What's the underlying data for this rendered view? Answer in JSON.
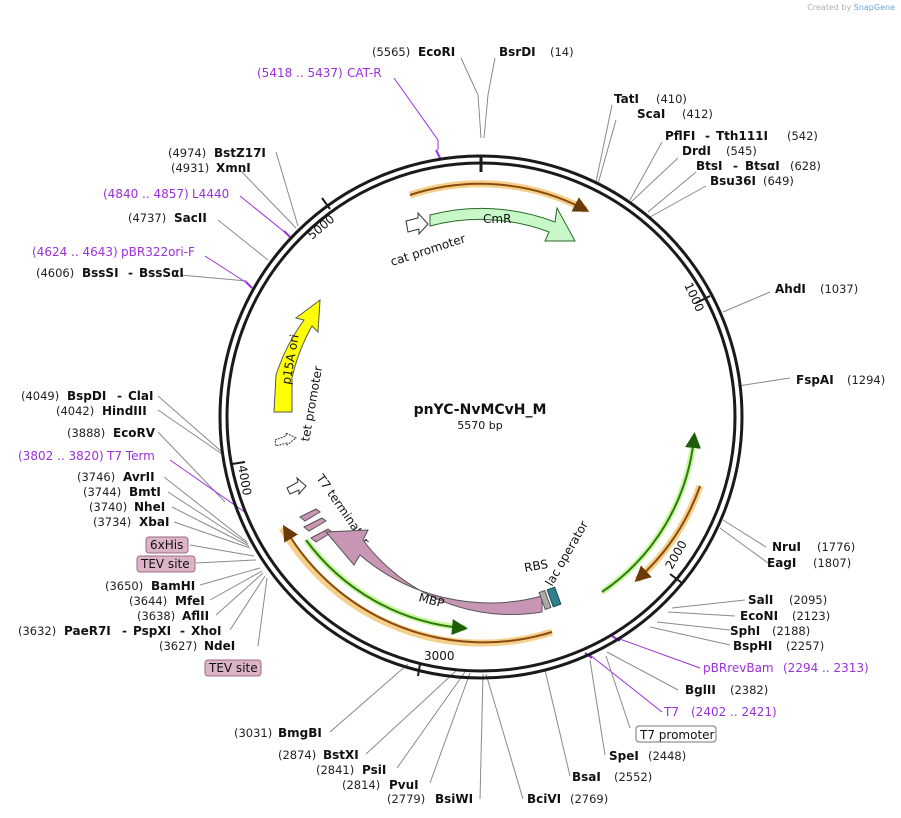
{
  "credit": {
    "prefix": "Created by",
    "brand": "SnapGene"
  },
  "plasmid": {
    "name": "pnYC-NvMCvH_M",
    "size": "5570 bp"
  },
  "ticks": [
    "1000",
    "2000",
    "3000",
    "4000",
    "5000"
  ],
  "features": {
    "cmr": "CmR",
    "cat_promoter": "cat promoter",
    "p15a_ori": "p15A ori",
    "tet_promoter": "tet promoter",
    "t7_terminator": "T7 terminator",
    "mbp": "MBP",
    "rbs": "RBS",
    "lac_operator": "lac operator"
  },
  "sites": [
    {
      "id": "ecori",
      "enz": "EcoRI",
      "pos": "(5565)"
    },
    {
      "id": "bsrdi",
      "enz": "BsrDI",
      "pos": "(14)"
    },
    {
      "id": "tati",
      "enz": "TatI",
      "pos": "(410)"
    },
    {
      "id": "scai",
      "enz": "ScaI",
      "pos": "(412)"
    },
    {
      "id": "pflfi",
      "enz": "PflFI",
      "sep": "-",
      "enz2": "Tth111I",
      "pos": "(542)"
    },
    {
      "id": "drdi",
      "enz": "DrdI",
      "pos": "(545)"
    },
    {
      "id": "btsi",
      "enz": "BtsI",
      "sep": "-",
      "enz2": "BtsαI",
      "pos": "(628)"
    },
    {
      "id": "bsu36i",
      "enz": "Bsu36I",
      "pos": "(649)"
    },
    {
      "id": "ahdi",
      "enz": "AhdI",
      "pos": "(1037)"
    },
    {
      "id": "fspai",
      "enz": "FspAI",
      "pos": "(1294)"
    },
    {
      "id": "nrui",
      "enz": "NruI",
      "pos": "(1776)"
    },
    {
      "id": "eagi",
      "enz": "EagI",
      "pos": "(1807)"
    },
    {
      "id": "sali",
      "enz": "SalI",
      "pos": "(2095)"
    },
    {
      "id": "econi",
      "enz": "EcoNI",
      "pos": "(2123)"
    },
    {
      "id": "sphi",
      "enz": "SphI",
      "pos": "(2188)"
    },
    {
      "id": "bsphi",
      "enz": "BspHI",
      "pos": "(2257)"
    },
    {
      "id": "bglii",
      "enz": "BglII",
      "pos": "(2382)"
    },
    {
      "id": "spei",
      "enz": "SpeI",
      "pos": "(2448)"
    },
    {
      "id": "bsai",
      "enz": "BsaI",
      "pos": "(2552)"
    },
    {
      "id": "bclvi",
      "enz": "BciVI",
      "pos": "(2769)"
    },
    {
      "id": "bsiwi",
      "enz": "BsiWI",
      "pos": "(2779)"
    },
    {
      "id": "pvui",
      "enz": "PvuI",
      "pos": "(2814)"
    },
    {
      "id": "psii",
      "enz": "PsiI",
      "pos": "(2841)"
    },
    {
      "id": "bstxi",
      "enz": "BstXI",
      "pos": "(2874)"
    },
    {
      "id": "bmgbi",
      "enz": "BmgBI",
      "pos": "(3031)"
    },
    {
      "id": "ndei",
      "enz": "NdeI",
      "pos": "(3627)"
    },
    {
      "id": "paer7i",
      "enz": "PaeR7I",
      "sep": "-",
      "enz2": "PspXI",
      "sep2": "-",
      "enz3": "XhoI",
      "pos": "(3632)"
    },
    {
      "id": "aflii",
      "enz": "AflII",
      "pos": "(3638)"
    },
    {
      "id": "mfei",
      "enz": "MfeI",
      "pos": "(3644)"
    },
    {
      "id": "bamhi",
      "enz": "BamHI",
      "pos": "(3650)"
    },
    {
      "id": "xbai",
      "enz": "XbaI",
      "pos": "(3734)"
    },
    {
      "id": "nhei",
      "enz": "NheI",
      "pos": "(3740)"
    },
    {
      "id": "bmti",
      "enz": "BmtI",
      "pos": "(3744)"
    },
    {
      "id": "avrii",
      "enz": "AvrII",
      "pos": "(3746)"
    },
    {
      "id": "ecorv",
      "enz": "EcoRV",
      "pos": "(3888)"
    },
    {
      "id": "hindiii",
      "enz": "HindIII",
      "pos": "(4042)"
    },
    {
      "id": "bspdi",
      "enz": "BspDI",
      "sep": "-",
      "enz2": "ClaI",
      "pos": "(4049)"
    },
    {
      "id": "bsssi",
      "enz": "BssSI",
      "sep": "-",
      "enz2": "BssSαI",
      "pos": "(4606)"
    },
    {
      "id": "sacii",
      "enz": "SacII",
      "pos": "(4737)"
    },
    {
      "id": "xmni",
      "enz": "XmnI",
      "pos": "(4931)"
    },
    {
      "id": "bstz17i",
      "enz": "BstZ17I",
      "pos": "(4974)"
    }
  ],
  "primers": [
    {
      "id": "cat_r",
      "range": "(5418 .. 5437)",
      "name": "CAT-R"
    },
    {
      "id": "l4440",
      "range": "(4840 .. 4857)",
      "name": "L4440"
    },
    {
      "id": "pbr322ori_f",
      "range": "(4624 .. 4643)",
      "name": "pBR322ori-F"
    },
    {
      "id": "t7_term",
      "range": "(3802 .. 3820)",
      "name": "T7 Term"
    },
    {
      "id": "pbrrevbam",
      "name": "pBRrevBam",
      "range": "(2294 .. 2313)"
    },
    {
      "id": "t7",
      "name": "T7",
      "range": "(2402 .. 2421)"
    }
  ],
  "boxed_labels": {
    "his": "6xHis",
    "tev1": "TEV site",
    "tev2": "TEV site",
    "t7promoter": "T7 promoter"
  },
  "colors": {
    "cmr": "#c8f7c8",
    "p15a": "#ffff00",
    "mbp": "#c896b4",
    "orf_orange": "#b06010",
    "orf_green": "#3a8a10",
    "primer": "#9b30d9",
    "lac": "#2e8090"
  }
}
